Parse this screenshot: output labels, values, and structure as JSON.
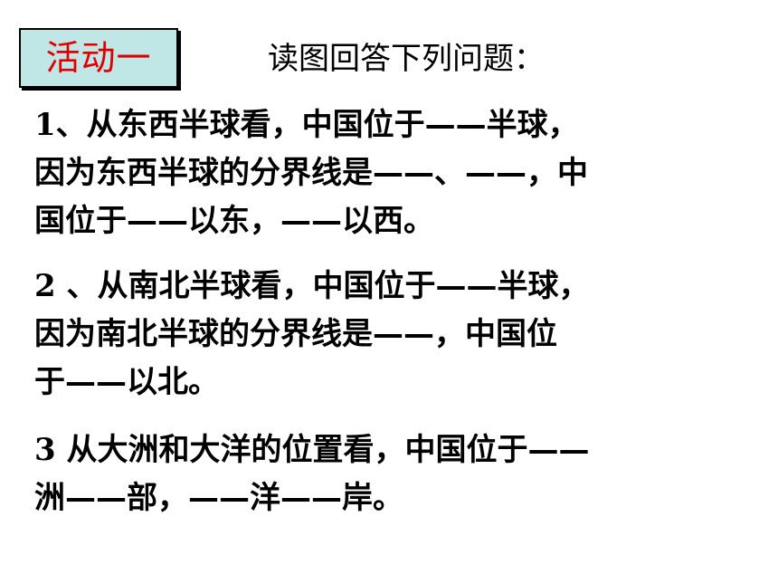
{
  "activity_label": "活动一",
  "heading": "读图回答下列问题：",
  "questions": [
    {
      "lines": [
        "1、从东西半球看，中国位于——半球，",
        "因为东西半球的分界线是——、——，中",
        "国位于——以东，——以西。"
      ]
    },
    {
      "lines": [
        "2 、从南北半球看，中国位于——半球，",
        "因为南北半球的分界线是——，中国位",
        "于——以北。"
      ]
    },
    {
      "lines": [
        "3  从大洲和大洋的位置看，中国位于——",
        "洲——部，——洋——岸。"
      ]
    }
  ]
}
